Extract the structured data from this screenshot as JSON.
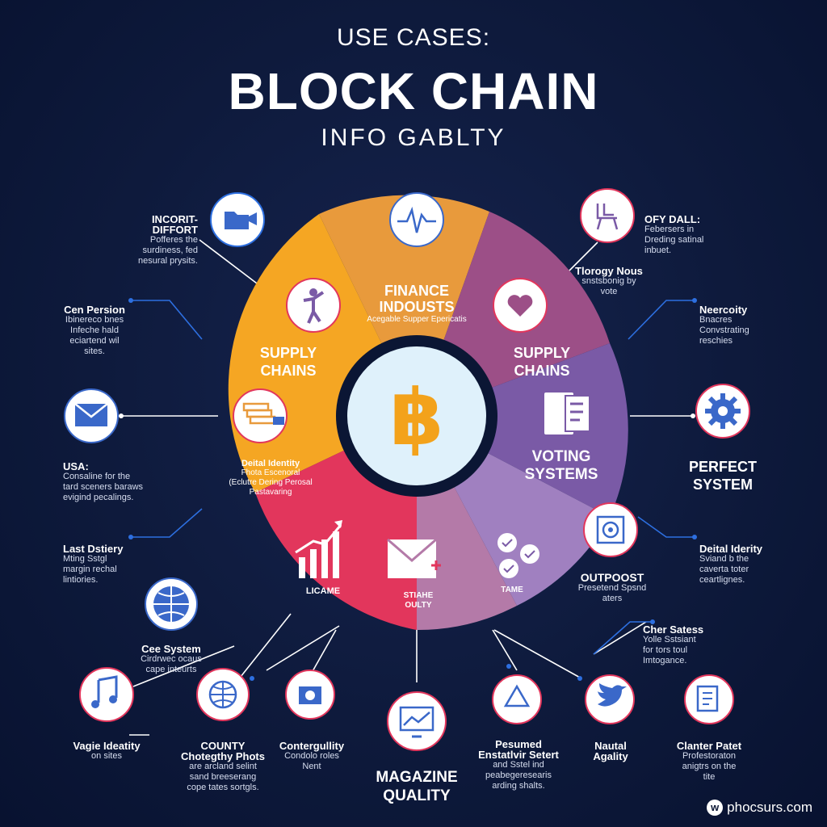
{
  "header": {
    "supertitle": "USE CASES:",
    "title": "BLOCK CHAIN",
    "subtitle": "INFO GABLTY"
  },
  "colors": {
    "background": "#0e1a3c",
    "orange": "#f5a623",
    "amber": "#e89a3c",
    "mauve": "#9c4f87",
    "purple": "#7a5aa6",
    "lilac": "#a080c0",
    "rose": "#b47aa8",
    "crimson": "#e2365c",
    "hub": "#dff1fb",
    "bitcoin": "#f3a21b"
  },
  "center": {
    "symbol": "฿"
  },
  "segments": {
    "finance": {
      "title": "FINANCE\nINDOUSTS",
      "subtitle": "Acegable Supper Epericatis"
    },
    "supply_left": {
      "title": "SUPPLY\nCHAINS"
    },
    "supply_right": {
      "title": "SUPPLY\nCHAINS"
    },
    "voting": {
      "title": "VOTING\nSYSTEMS"
    },
    "digital": {
      "title": "Deital Identity",
      "body": "Fhota Escenoral\n(Eclutre Dering Perosal\nPastavaring"
    },
    "licame": {
      "title": "LICAME"
    },
    "stare": {
      "title": "STIAHE\nOULTY"
    },
    "tame": {
      "title": "TAME"
    }
  },
  "left_callouts": [
    {
      "title": "INCORIT-\nDIFFORT",
      "body": "Pofferes the\nsurdiness, fed\nnesural prysits."
    },
    {
      "title": "Cen Persion",
      "body": "Ibinereco bnes\nInfeche hald\neciartend wil\nsites."
    },
    {
      "title": "USA:",
      "body": "Consaline for the\ntard sceners baraws\nevigind pecalings."
    },
    {
      "title": "Last Dstiery",
      "body": "Mting Sstgl\nmargin rechal\nlintiories."
    }
  ],
  "right_callouts": [
    {
      "title": "OFY DALL:",
      "body": "Febersers in\nDreding satinal\ninbuet."
    },
    {
      "title": "Tlorogy Nous",
      "body": "snstsbonig by\nvote"
    },
    {
      "title": "Neercoity",
      "body": "Bnacres\nConvstrating\nreschies"
    },
    {
      "title": "PERFECT\nSYSTEM",
      "body": ""
    },
    {
      "title": "Deital Iderity",
      "body": "Sviand b the\ncaverta toter\nceartlignes."
    },
    {
      "title": "OUTPOOST",
      "body": "Presetend Spsnd\naters"
    },
    {
      "title": "Cher Satess",
      "body": "Yolle Sstsiant\nfor tors toul\nImtogance."
    }
  ],
  "bottom_items": [
    {
      "title": "Cee System",
      "body": "Cirdrwec ocaus\ncape inteurts"
    },
    {
      "title": "Vagie Ideatity",
      "body": "on sites"
    },
    {
      "title": "COUNTY\nChotegthy Phots",
      "body": "are arcland selint\nsand breeserang\ncope tates sortgls."
    },
    {
      "title": "Contergullity",
      "body": "Condolo roles\nNent"
    },
    {
      "title": "MAGAZINE\nQUALITY",
      "body": ""
    },
    {
      "title": "Pesumed\nEnstatlvir Setert",
      "body": "and Sstel ind\npeabegeresearis\narding shalts."
    },
    {
      "title": "Nautal\nAgality",
      "body": ""
    },
    {
      "title": "Clanter Patet",
      "body": "Profestoraton\nanigtrs on the\ntite"
    }
  ],
  "brand": {
    "logo_letter": "w",
    "text": "phocsurs.com"
  }
}
